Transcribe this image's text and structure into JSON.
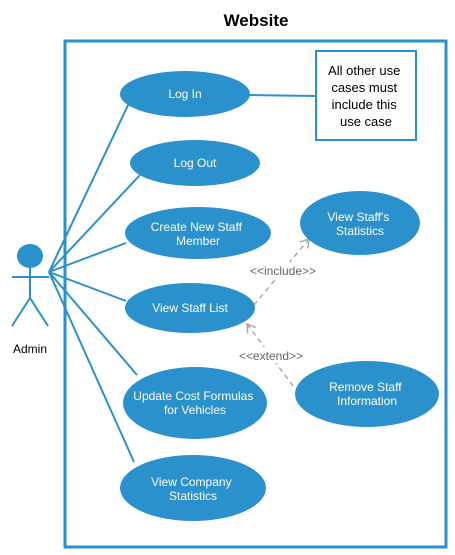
{
  "diagram": {
    "title": "Website",
    "actor": {
      "label": "Admin"
    },
    "use_cases": {
      "login": [
        "Log In"
      ],
      "logout": [
        "Log Out"
      ],
      "create_staff": [
        "Create New Staff",
        "Member"
      ],
      "view_staff_list": [
        "View Staff List"
      ],
      "update_cost": [
        "Update Cost Formulas",
        "for Vehicles"
      ],
      "view_company_stats": [
        "View Company",
        "Statistics"
      ],
      "view_staff_stats": [
        "View Staff's",
        "Statistics"
      ],
      "remove_staff": [
        "Remove Staff",
        "Information"
      ]
    },
    "note": [
      "All other use",
      "cases must",
      "include this",
      "use case"
    ],
    "relations": {
      "include": "<<include>>",
      "extend": "<<extend>>"
    },
    "colors": {
      "use_case_fill": "#2A91CC",
      "line": "#2A91CC",
      "dashed": "#AAAAAA",
      "note_border": "#2A91CC"
    }
  }
}
